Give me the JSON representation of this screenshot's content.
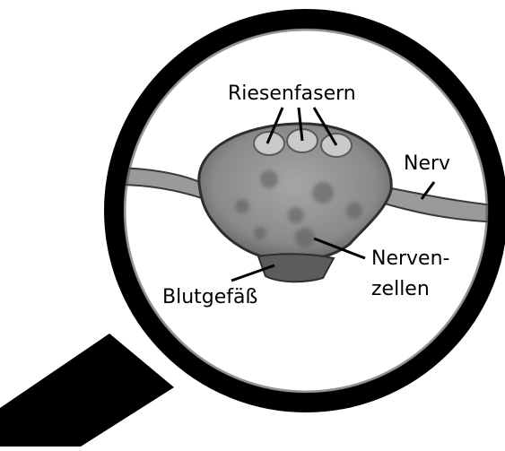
{
  "labels": {
    "giant_fibers": "Riesenfasern",
    "nerve": "Nerv",
    "nerve_cells_line1": "Nerven-",
    "nerve_cells_line2": "zellen",
    "blood_vessel": "Blutgefäß"
  },
  "colors": {
    "background": "#ffffff",
    "lens_rim": "#000000",
    "handle": "#000000",
    "tissue": "#8c8c8c",
    "tissue_dark": "#4a4a4a",
    "vessel": "#5a5a5a",
    "leader_lines": "#000000"
  },
  "icons": {
    "tool": "magnifying-glass-icon"
  }
}
